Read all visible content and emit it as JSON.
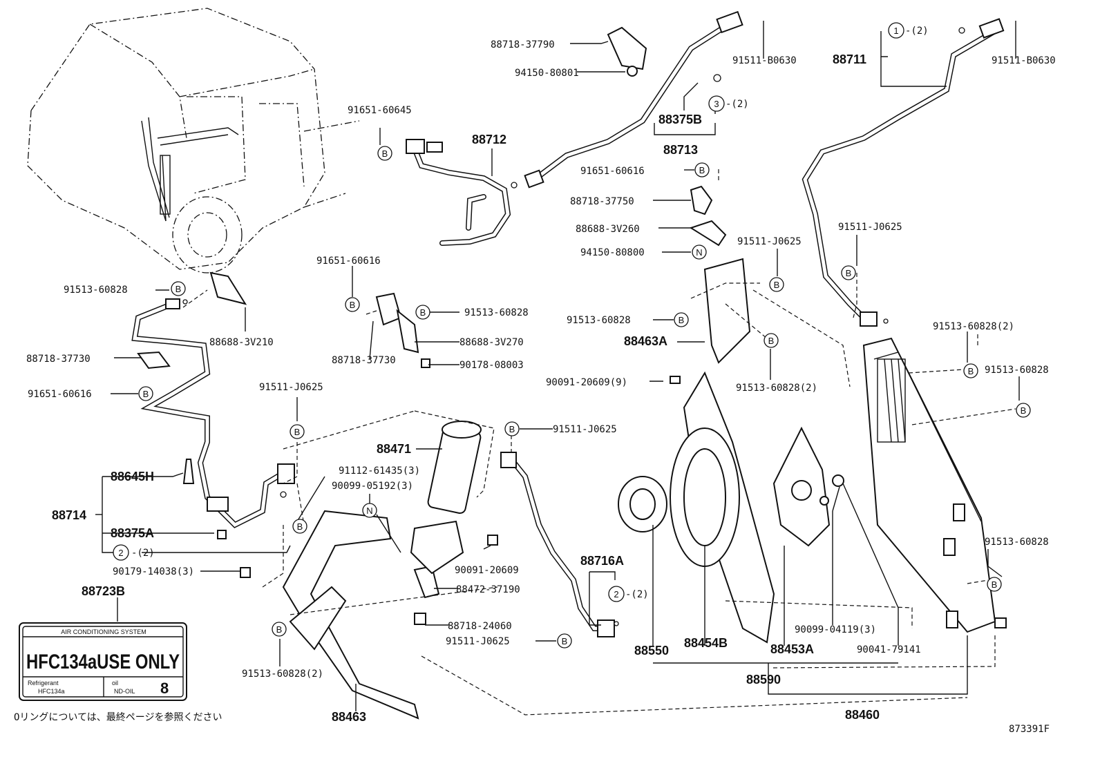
{
  "diagram": {
    "part_labels": {
      "p88718_37790": "88718-37790",
      "p94150_80801": "94150-80801",
      "p91511_B0630_a": "91511-B0630",
      "p88711": "88711",
      "p91511_B0630_b": "91511-B0630",
      "p91651_60645": "91651-60645",
      "p88712": "88712",
      "p88375B": "88375B",
      "p88713": "88713",
      "p91651_60616_a": "91651-60616",
      "p88718_37750": "88718-37750",
      "p88688_3V260": "88688-3V260",
      "p94150_80800": "94150-80800",
      "p91511_J0625_a": "91511-J0625",
      "p91511_J0625_b": "91511-J0625",
      "p91651_60616_b": "91651-60616",
      "p91513_60828_a": "91513-60828",
      "p88688_3V210": "88688-3V210",
      "p91513_60828_b": "91513-60828",
      "p88688_3V270": "88688-3V270",
      "p88718_37730_a": "88718-37730",
      "p88718_37730_b": "88718-37730",
      "p90178_08003": "90178-08003",
      "p91513_60828_c": "91513-60828",
      "p88463A": "88463A",
      "p91513_60828_2_a": "91513-60828(2)",
      "p91513_60828_d": "91513-60828",
      "p91651_60616_c": "91651-60616",
      "p90091_20609_9": "90091-20609(9)",
      "p91513_60828_2_b": "91513-60828(2)",
      "p91511_J0625_c": "91511-J0625",
      "p91511_J0625_d": "91511-J0625",
      "p88471": "88471",
      "p88645H": "88645H",
      "p91112_61435": "91112-61435(3)",
      "p90099_05192": "90099-05192(3)",
      "p88714": "88714",
      "p88375A": "88375A",
      "p90179_14038": "90179-14038(3)",
      "p90091_20609": "90091-20609",
      "p88472_37190": "88472-37190",
      "p88716A": "88716A",
      "p88718_24060": "88718-24060",
      "p88723B": "88723B",
      "p91511_J0625_e": "91511-J0625",
      "p91513_60828_e": "91513-60828",
      "p90099_04119": "90099-04119(3)",
      "p90041_79141": "90041-79141",
      "p88550": "88550",
      "p88454B": "88454B",
      "p88453A": "88453A",
      "p88590": "88590",
      "p91513_60828_2_c": "91513-60828(2)",
      "p88463": "88463",
      "p88460": "88460"
    },
    "markers": {
      "B": "B",
      "N": "N",
      "c1": "1",
      "c2": "2",
      "c3": "3",
      "q2": "-(2)"
    },
    "label": {
      "title": "AIR CONDITIONING SYSTEM",
      "main": "HFC134aUSE ONLY",
      "refrigerant_label": "Refrigerant",
      "refrigerant_value": "HFC134a",
      "oil_label": "oil",
      "oil_value": "ND-OIL",
      "oil_number": "8"
    },
    "footnote": "Oリングについては、最終ページを参照ください",
    "figure_id": "873391F"
  }
}
